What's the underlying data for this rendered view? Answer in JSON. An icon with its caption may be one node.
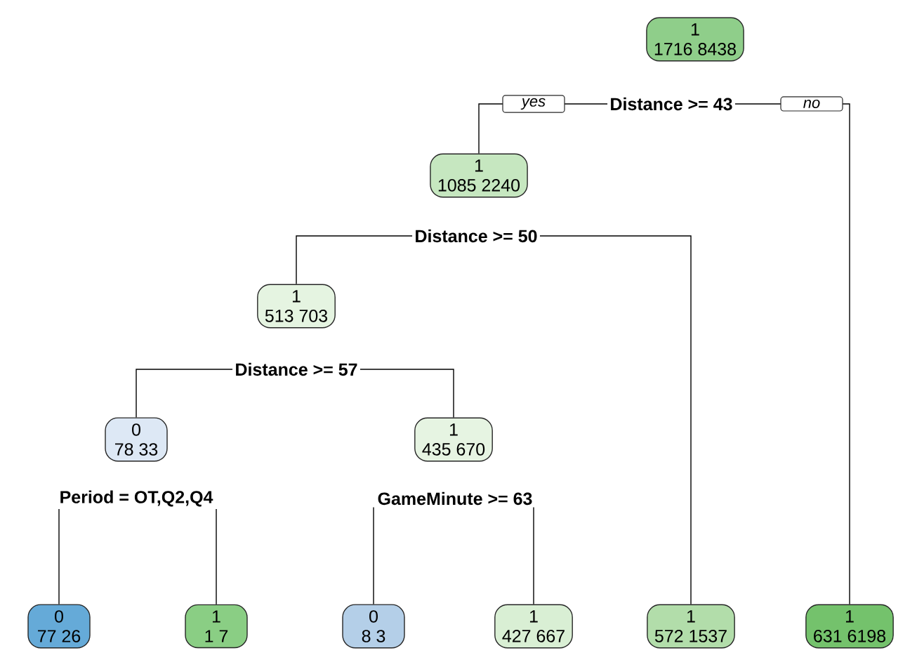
{
  "diagram": {
    "nodes": [
      {
        "text": [
          "1",
          "1716 8438"
        ]
      },
      {
        "text": [
          "Distance >= 43"
        ]
      },
      {
        "text": [
          "1",
          "1085 2240"
        ]
      },
      {
        "text": [
          "Distance >= 50"
        ]
      },
      {
        "text": [
          "1",
          "513 703"
        ]
      },
      {
        "text": [
          "Distance >= 57"
        ]
      },
      {
        "text": [
          "0",
          "78 33"
        ]
      },
      {
        "text": [
          "1",
          "435 670"
        ]
      },
      {
        "text": [
          "Period = OT,Q2,Q4"
        ]
      },
      {
        "text": [
          "GameMinute >= 63"
        ]
      },
      {
        "text": [
          "0",
          "77 26"
        ]
      },
      {
        "text": [
          "1",
          "1 7"
        ]
      },
      {
        "text": [
          "0",
          "8 3"
        ]
      },
      {
        "text": [
          "1",
          "427 667"
        ]
      },
      {
        "text": [
          "1",
          "572 1537"
        ]
      },
      {
        "text": [
          "1",
          "631 6198"
        ]
      }
    ],
    "edges": [
      {
        "from": 1,
        "to": 2,
        "arrow": "none",
        "label": "yes"
      },
      {
        "from": 1,
        "to": 15,
        "arrow": "none",
        "label": "no"
      },
      {
        "from": 3,
        "to": 4,
        "arrow": "none"
      },
      {
        "from": 3,
        "to": 14,
        "arrow": "none"
      },
      {
        "from": 5,
        "to": 6,
        "arrow": "none"
      },
      {
        "from": 5,
        "to": 7,
        "arrow": "none"
      },
      {
        "from": 8,
        "to": 10,
        "arrow": "none"
      },
      {
        "from": 8,
        "to": 11,
        "arrow": "none"
      },
      {
        "from": 9,
        "to": 12,
        "arrow": "none"
      },
      {
        "from": 9,
        "to": 13,
        "arrow": "none"
      }
    ]
  }
}
